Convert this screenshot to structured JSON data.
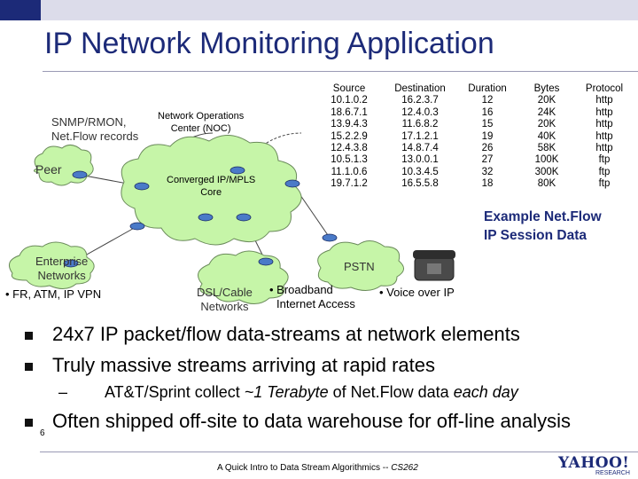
{
  "slide": {
    "title": "IP Network Monitoring Application",
    "page_number": "6",
    "footer_prefix": "A Quick Intro to Data Stream Algorithmics --",
    "footer_course": "CS262",
    "logo_text": "YAHOO!",
    "logo_sub": "RESEARCH"
  },
  "diagram": {
    "snmp_line1": "SNMP/RMON,",
    "snmp_line2": "Net.Flow records",
    "noc_line1": "Network Operations",
    "noc_line2": "Center (NOC)",
    "peer": "Peer",
    "core_line1": "Converged IP/MPLS",
    "core_line2": "Core",
    "enterprise_line1": "Enterprise",
    "enterprise_line2": "Networks",
    "fr_atm": "• FR, ATM, IP VPN",
    "dsl_line1": "DSL/Cable",
    "dsl_line2": "Networks",
    "broadband_line1": "• Broadband",
    "broadband_line2": "Internet Access",
    "pstn": "PSTN",
    "voip": "• Voice over IP"
  },
  "flow_table": {
    "headers": [
      "Source",
      "Destination",
      "Duration",
      "Bytes",
      "Protocol"
    ],
    "rows": [
      [
        "10.1.0.2",
        "16.2.3.7",
        "12",
        "20K",
        "http"
      ],
      [
        "18.6.7.1",
        "12.4.0.3",
        "16",
        "24K",
        "http"
      ],
      [
        "13.9.4.3",
        "11.6.8.2",
        "15",
        "20K",
        "http"
      ],
      [
        "15.2.2.9",
        "17.1.2.1",
        "19",
        "40K",
        "http"
      ],
      [
        "12.4.3.8",
        "14.8.7.4",
        "26",
        "58K",
        "http"
      ],
      [
        "10.5.1.3",
        "13.0.0.1",
        "27",
        "100K",
        "ftp"
      ],
      [
        "11.1.0.6",
        "10.3.4.5",
        "32",
        "300K",
        "ftp"
      ],
      [
        "19.7.1.2",
        "16.5.5.8",
        "18",
        "80K",
        "ftp"
      ]
    ],
    "caption_line1": "Example Net.Flow",
    "caption_line2": "IP Session Data"
  },
  "bullets": {
    "b1": "24x7 IP packet/flow data-streams at network elements",
    "b2": "Truly massive streams arriving at rapid rates",
    "sub_dash": "–",
    "sub_a": "AT&T/Sprint collect ",
    "sub_b": "~1 Terabyte",
    "sub_c": " of Net.Flow data ",
    "sub_d": "each day",
    "b3": "Often shipped off-site to data warehouse for off-line analysis"
  },
  "colors": {
    "title": "#1c2a78",
    "cloud": "#c6f5a8",
    "cloud_stroke": "#6a8a5a",
    "router": "#4a7ac8"
  }
}
